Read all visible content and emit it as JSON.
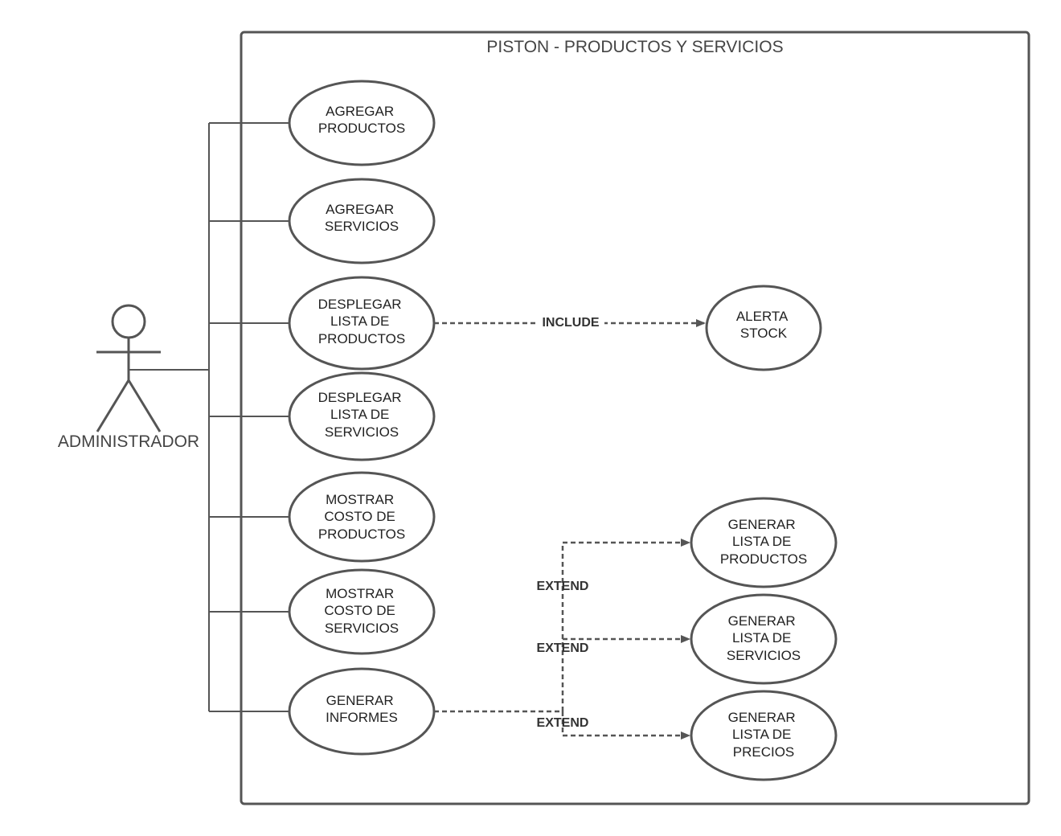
{
  "system": {
    "title": "PISTON - PRODUCTOS Y SERVICIOS"
  },
  "actor": {
    "name": "ADMINISTRADOR"
  },
  "use_cases": {
    "agregar_productos": [
      "AGREGAR",
      "PRODUCTOS"
    ],
    "agregar_servicios": [
      "AGREGAR",
      "SERVICIOS"
    ],
    "desplegar_productos": [
      "DESPLEGAR",
      "LISTA DE",
      "PRODUCTOS"
    ],
    "desplegar_servicios": [
      "DESPLEGAR",
      "LISTA DE",
      "SERVICIOS"
    ],
    "mostrar_costo_productos": [
      "MOSTRAR",
      "COSTO DE",
      "PRODUCTOS"
    ],
    "mostrar_costo_servicios": [
      "MOSTRAR",
      "COSTO DE",
      "SERVICIOS"
    ],
    "generar_informes": [
      "GENERAR",
      "INFORMES"
    ],
    "alerta_stock": [
      "ALERTA",
      "STOCK"
    ],
    "generar_lista_productos": [
      "GENERAR",
      "LISTA DE",
      "PRODUCTOS"
    ],
    "generar_lista_servicios": [
      "GENERAR",
      "LISTA DE",
      "SERVICIOS"
    ],
    "generar_lista_precios": [
      "GENERAR",
      "LISTA DE",
      "PRECIOS"
    ]
  },
  "relations": {
    "include": "INCLUDE",
    "extend_1": "EXTEND",
    "extend_2": "EXTEND",
    "extend_3": "EXTEND"
  },
  "colors": {
    "stroke": "#555555",
    "text": "#222222",
    "title": "#444444"
  }
}
